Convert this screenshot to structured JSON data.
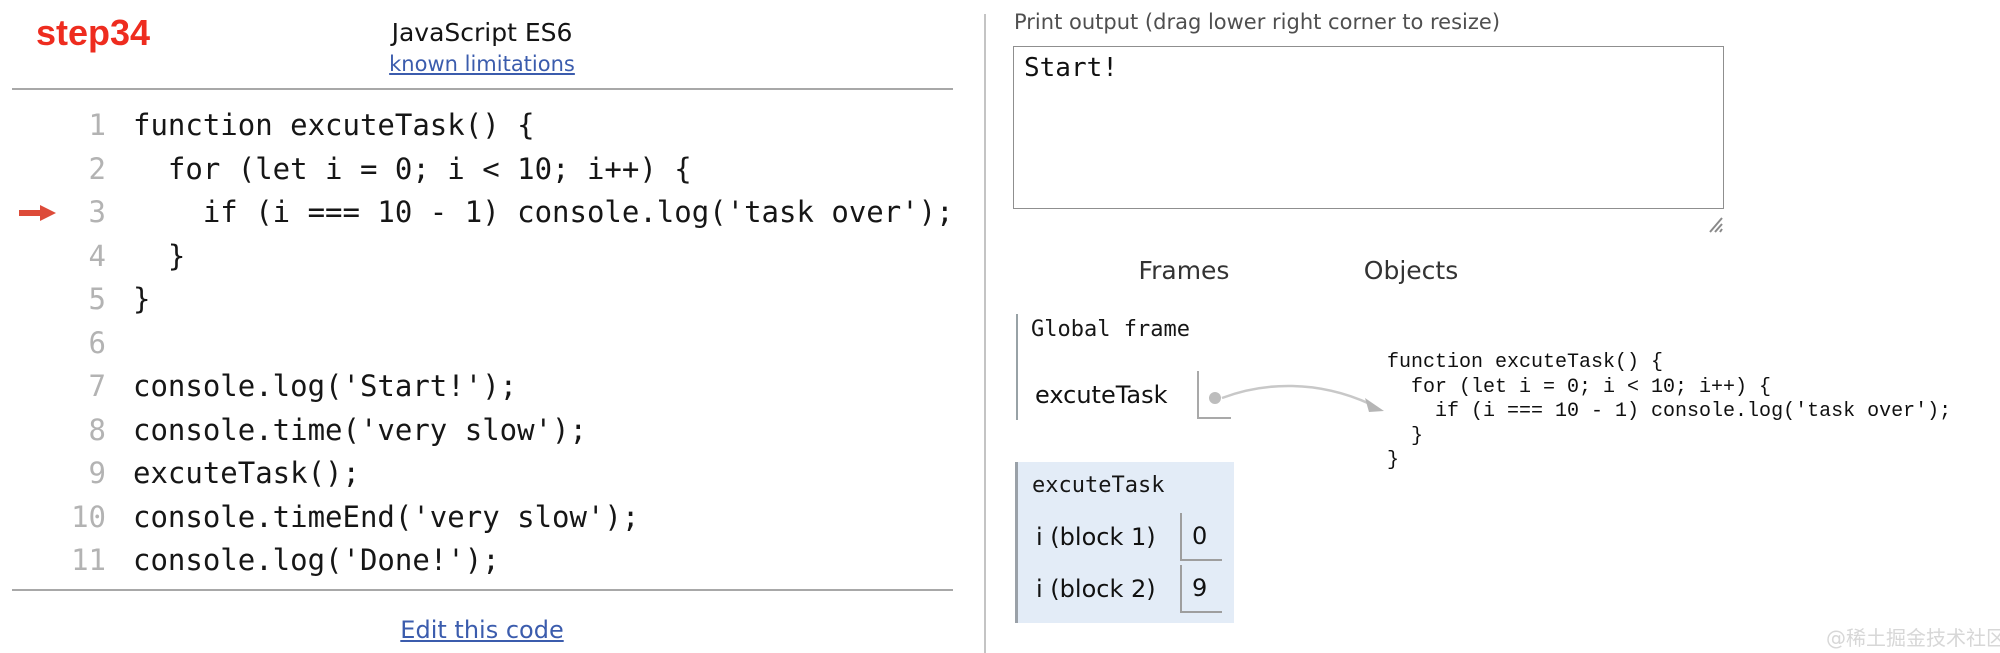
{
  "header": {
    "step_label": "step34",
    "language_label": "JavaScript ES6",
    "limitations_link": "known limitations"
  },
  "editor": {
    "current_line": 3,
    "edit_link": "Edit this code",
    "lines": [
      {
        "num": "1",
        "code": "function excuteTask() {"
      },
      {
        "num": "2",
        "code": "  for (let i = 0; i < 10; i++) {"
      },
      {
        "num": "3",
        "code": "    if (i === 10 - 1) console.log('task over');"
      },
      {
        "num": "4",
        "code": "  }"
      },
      {
        "num": "5",
        "code": "}"
      },
      {
        "num": "6",
        "code": ""
      },
      {
        "num": "7",
        "code": "console.log('Start!');"
      },
      {
        "num": "8",
        "code": "console.time('very slow');"
      },
      {
        "num": "9",
        "code": "excuteTask();"
      },
      {
        "num": "10",
        "code": "console.timeEnd('very slow');"
      },
      {
        "num": "11",
        "code": "console.log('Done!');"
      }
    ]
  },
  "output_panel": {
    "label": "Print output (drag lower right corner to resize)",
    "content": "Start!"
  },
  "visualizer": {
    "frames_header": "Frames",
    "objects_header": "Objects",
    "global_frame": {
      "title": "Global frame",
      "variables": [
        {
          "name": "excuteTask"
        }
      ]
    },
    "function_object": {
      "lines": [
        "function excuteTask() {",
        "  for (let i = 0; i < 10; i++) {",
        "    if (i === 10 - 1) console.log('task over');",
        "  }",
        "}"
      ]
    },
    "active_frame": {
      "title": "excuteTask",
      "variables": [
        {
          "name": "i (block 1)",
          "value": "0"
        },
        {
          "name": "i (block 2)",
          "value": "9"
        }
      ]
    }
  },
  "watermark": "@稀土掘金技术社区",
  "colors": {
    "step_red": "#ee2c1f",
    "arrow_red": "#dd4b39",
    "link_blue": "#3b5cad",
    "frame_highlight_bg": "#e3ecf7",
    "gutter_gray": "#b3b3b3",
    "pointer_gray": "#c8c8c8"
  }
}
